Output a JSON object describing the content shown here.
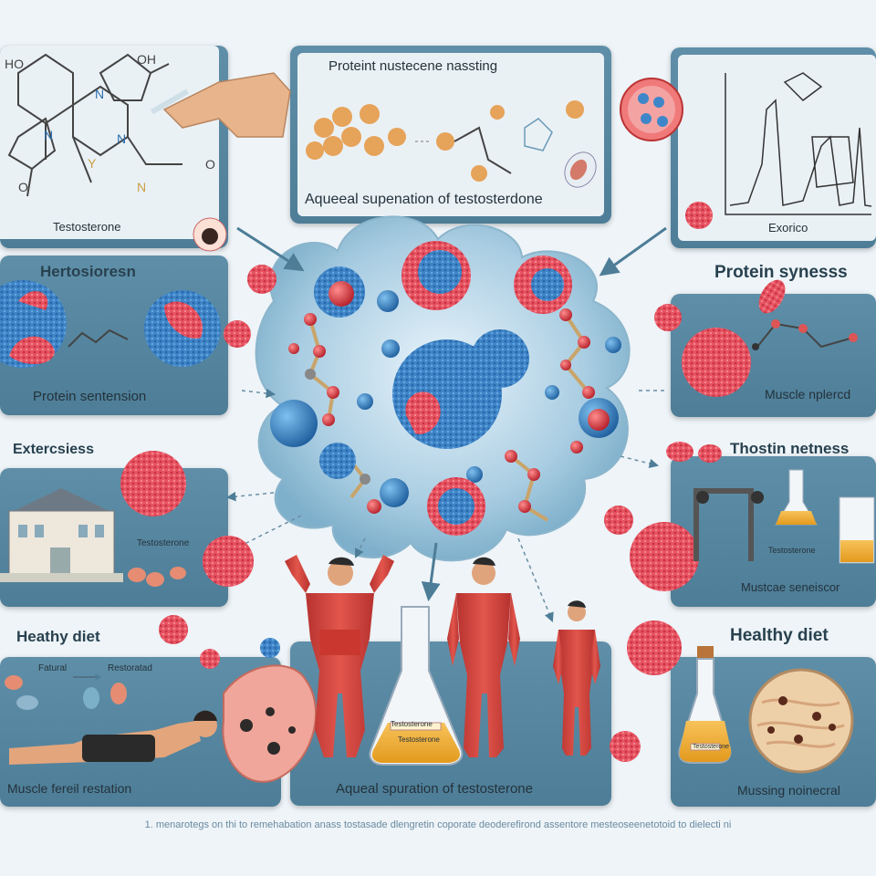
{
  "panels": {
    "top_left": {
      "caption": "Testosterone"
    },
    "top_center": {
      "title": "Proteint nustecene nassting",
      "caption": "Aqueeal supenation of testosterdone"
    },
    "top_right": {
      "caption": "Exorico"
    },
    "mid_left": {
      "heading": "Hertosioresn",
      "caption": "Protein sentension"
    },
    "mid_right": {
      "heading": "Protein synesss",
      "caption": "Muscle nplercd"
    },
    "lower_left": {
      "heading": "Extercsiess",
      "label": "Testosterone"
    },
    "lower_right": {
      "heading": "Thostin netness",
      "label": "Testosterone",
      "caption": "Mustcae seneiscor"
    },
    "bottom_left": {
      "heading": "Heathy diet",
      "label_1": "Fatural",
      "label_2": "Restoratad",
      "caption": "Muscle fereil restation"
    },
    "bottom_center": {
      "label_1": "Testosterone",
      "label_2": "Testosterone",
      "caption": "Aqueal spuration of testosterone"
    },
    "bottom_right": {
      "heading": "Healthy diet",
      "label": "Testosterone",
      "caption": "Mussing noinecral"
    }
  },
  "footer": "1. menarotegs on thi to remehabation anass tostasade dlengretin coporate deoderefirond assentore mesteoseenetotoid to dielecti ni",
  "colors": {
    "panel": "#5a8aa4",
    "protein_blue": "#3f86c9",
    "protein_red": "#e04a5a",
    "muscle": "#d9443f",
    "arrow": "#4d7d97"
  }
}
